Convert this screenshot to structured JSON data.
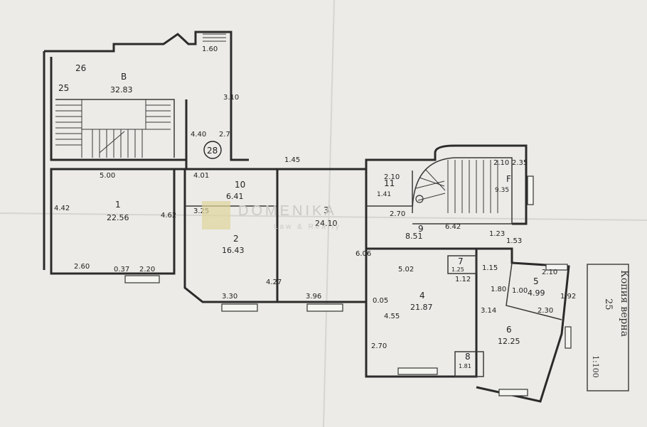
{
  "watermark": {
    "brand": "DOMENIKA",
    "tagline": "Law & Realty"
  },
  "stair_label": "B",
  "stair_area": "32.83",
  "stair_tags": [
    "26",
    "25"
  ],
  "circle_label": "28",
  "rooms": [
    {
      "num": "1",
      "area": "22.56"
    },
    {
      "num": "2",
      "area": "16.43"
    },
    {
      "num": "3",
      "area": "24.10"
    },
    {
      "num": "4",
      "area": "21.87"
    },
    {
      "num": "5",
      "area": "4.99"
    },
    {
      "num": "6",
      "area": "12.25"
    },
    {
      "num": "7",
      "area": "1.25"
    },
    {
      "num": "8",
      "area": "1.81"
    },
    {
      "num": "9",
      "area": "8.51"
    },
    {
      "num": "10",
      "area": "6.41"
    },
    {
      "num": "11",
      "area": "1.41"
    },
    {
      "num": "F",
      "area": "9.35"
    }
  ],
  "dimensions": [
    "1.60",
    "3.10",
    "4.40",
    "2.7",
    "1.45",
    "5.00",
    "4.42",
    "4.62",
    "2.60",
    "0.37",
    "2.20",
    "4.01",
    "3.25",
    "4.27",
    "3.30",
    "3.96",
    "2.10",
    "2.70",
    "6.42",
    "1.23",
    "1.53",
    "6.06",
    "5.02",
    "4.55",
    "2.70",
    "0.05",
    "1.12",
    "1.15",
    "3.14",
    "2.10",
    "1.80",
    "1.92",
    "2.30",
    "1.00",
    "2.10",
    "2.35"
  ],
  "stamp": {
    "line1": "Копия верна",
    "line2": "25",
    "line3": "1:100"
  }
}
